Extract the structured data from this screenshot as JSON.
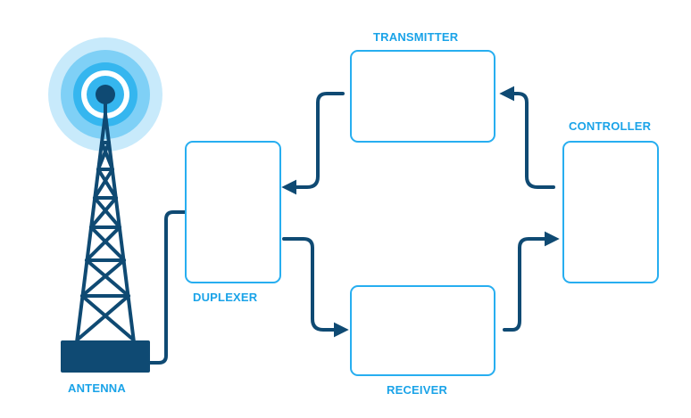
{
  "labels": {
    "transmitter": "TRANSMITTER",
    "controller": "CONTROLLER",
    "duplexer": "DUPLEXER",
    "receiver": "RECEIVER",
    "antenna": "ANTENNA"
  },
  "icons": {
    "antenna": "radio-tower-icon",
    "duplexer": "duplexer-switch-icon",
    "transmitter": "megaphone-icon",
    "receiver": "microphone-icon",
    "controller": "microchip-icon"
  },
  "colors": {
    "label_blue": "#1aa3e8",
    "box_border": "#27aef0",
    "navy": "#0f4a73",
    "wave_outer": "#c8eafb",
    "wave_mid": "#7fd0f6",
    "wave_inner": "#35b6ef"
  }
}
